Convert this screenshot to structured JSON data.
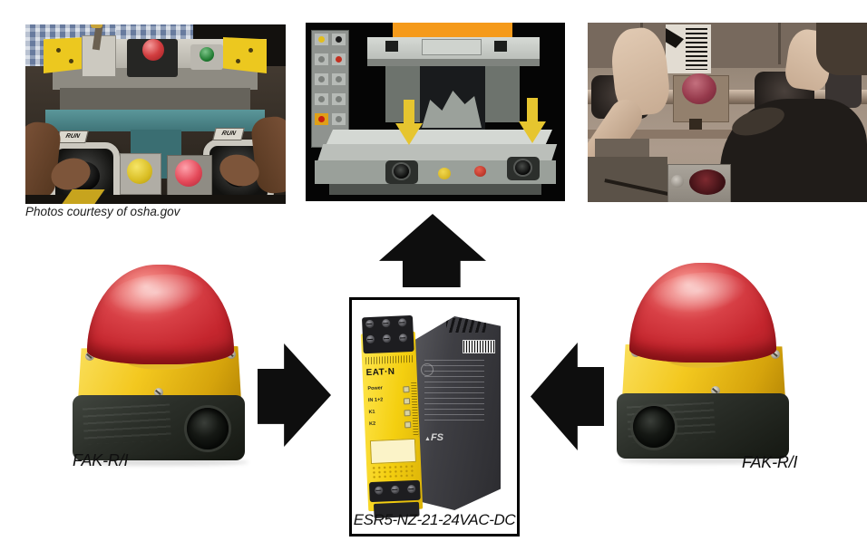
{
  "caption": "Photos courtesy of osha.gov",
  "labels": {
    "left_device": "FAK-R/I",
    "right_device": "FAK-R/I",
    "relay": "ESR5-NZ-21-24VAC-DC"
  },
  "photo1": {
    "run_tag": "RUN"
  },
  "relay": {
    "brand": "EAT·N",
    "indicators": [
      "Power",
      "IN 1+2",
      "K1",
      "K2"
    ],
    "side_mark": "FS"
  },
  "colors": {
    "button_red": "#c5262e",
    "housing_yellow": "#f3c81f",
    "housing_black": "#23261f",
    "relay_yellow": "#f4cf10",
    "relay_side_gray": "#3f3f44",
    "arrow_black": "#0e0e0e",
    "press_orange": "#f59a1a",
    "press_arrow_yellow": "#e6c52f"
  }
}
